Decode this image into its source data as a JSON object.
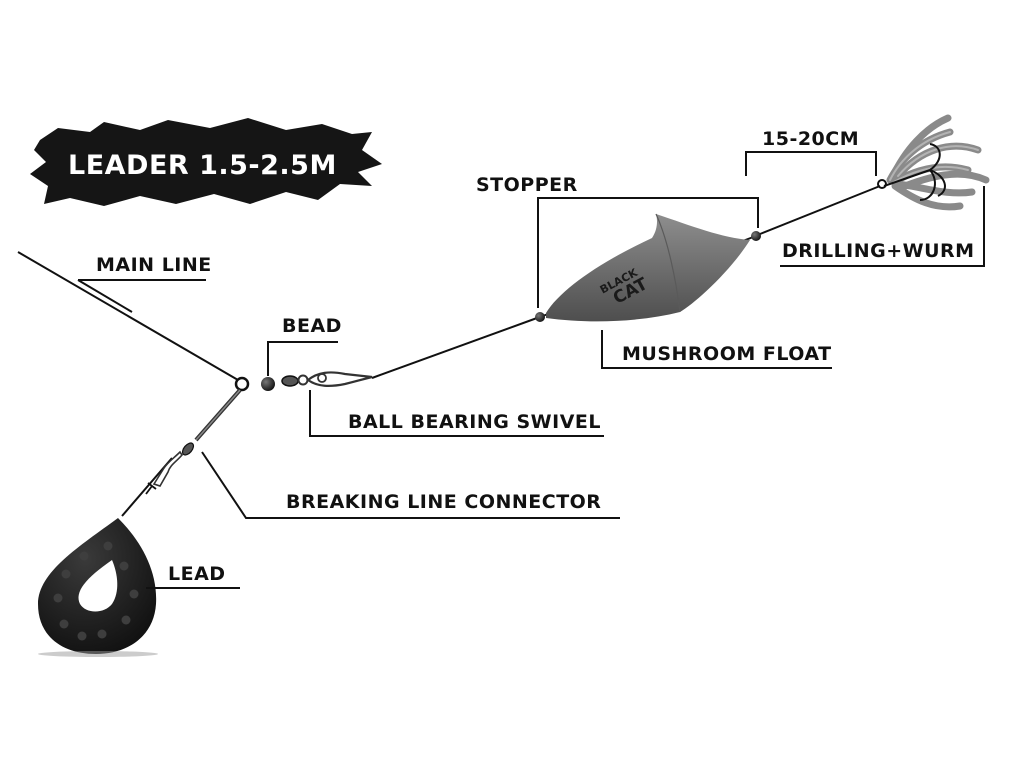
{
  "banner": {
    "text": "LEADER 1.5-2.5M"
  },
  "labels": {
    "main_line": "MAIN LINE",
    "bead": "BEAD",
    "ball_bearing_swivel": "BALL BEARING SWIVEL",
    "breaking_line_connector": "BREAKING LINE CONNECTOR",
    "lead": "LEAD",
    "stopper": "STOPPER",
    "mushroom_float": "MUSHROOM FLOAT",
    "distance": "15-20CM",
    "drilling_wurm": "DRILLING+WURM"
  },
  "float_logo": {
    "line1": "BLACK",
    "line2": "CAT"
  },
  "colors": {
    "line": "#111111",
    "banner": "#151515",
    "float": "#707070",
    "lead": "#222222",
    "worm": "#8a8a8a"
  }
}
